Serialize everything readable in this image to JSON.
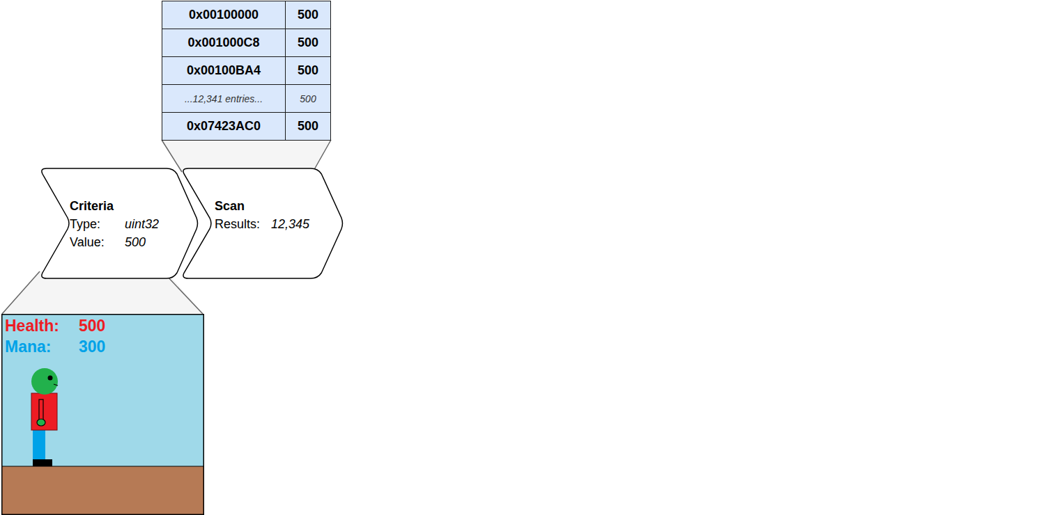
{
  "diagram": {
    "nodes": [
      {
        "text": [
          "Criteria",
          "Type:",
          "uint32",
          "Value:",
          "500"
        ]
      },
      {
        "text": [
          "Scan",
          "Results:",
          "12,345"
        ]
      },
      {
        "text": [
          "Health:",
          "500",
          "Mana:",
          "300"
        ]
      }
    ],
    "labels": [
      "0x00100000",
      "500",
      "0x001000C8",
      "500",
      "0x00100BA4",
      "500",
      "...12,341 entries...",
      "500",
      "0x07423AC0",
      "500"
    ]
  }
}
